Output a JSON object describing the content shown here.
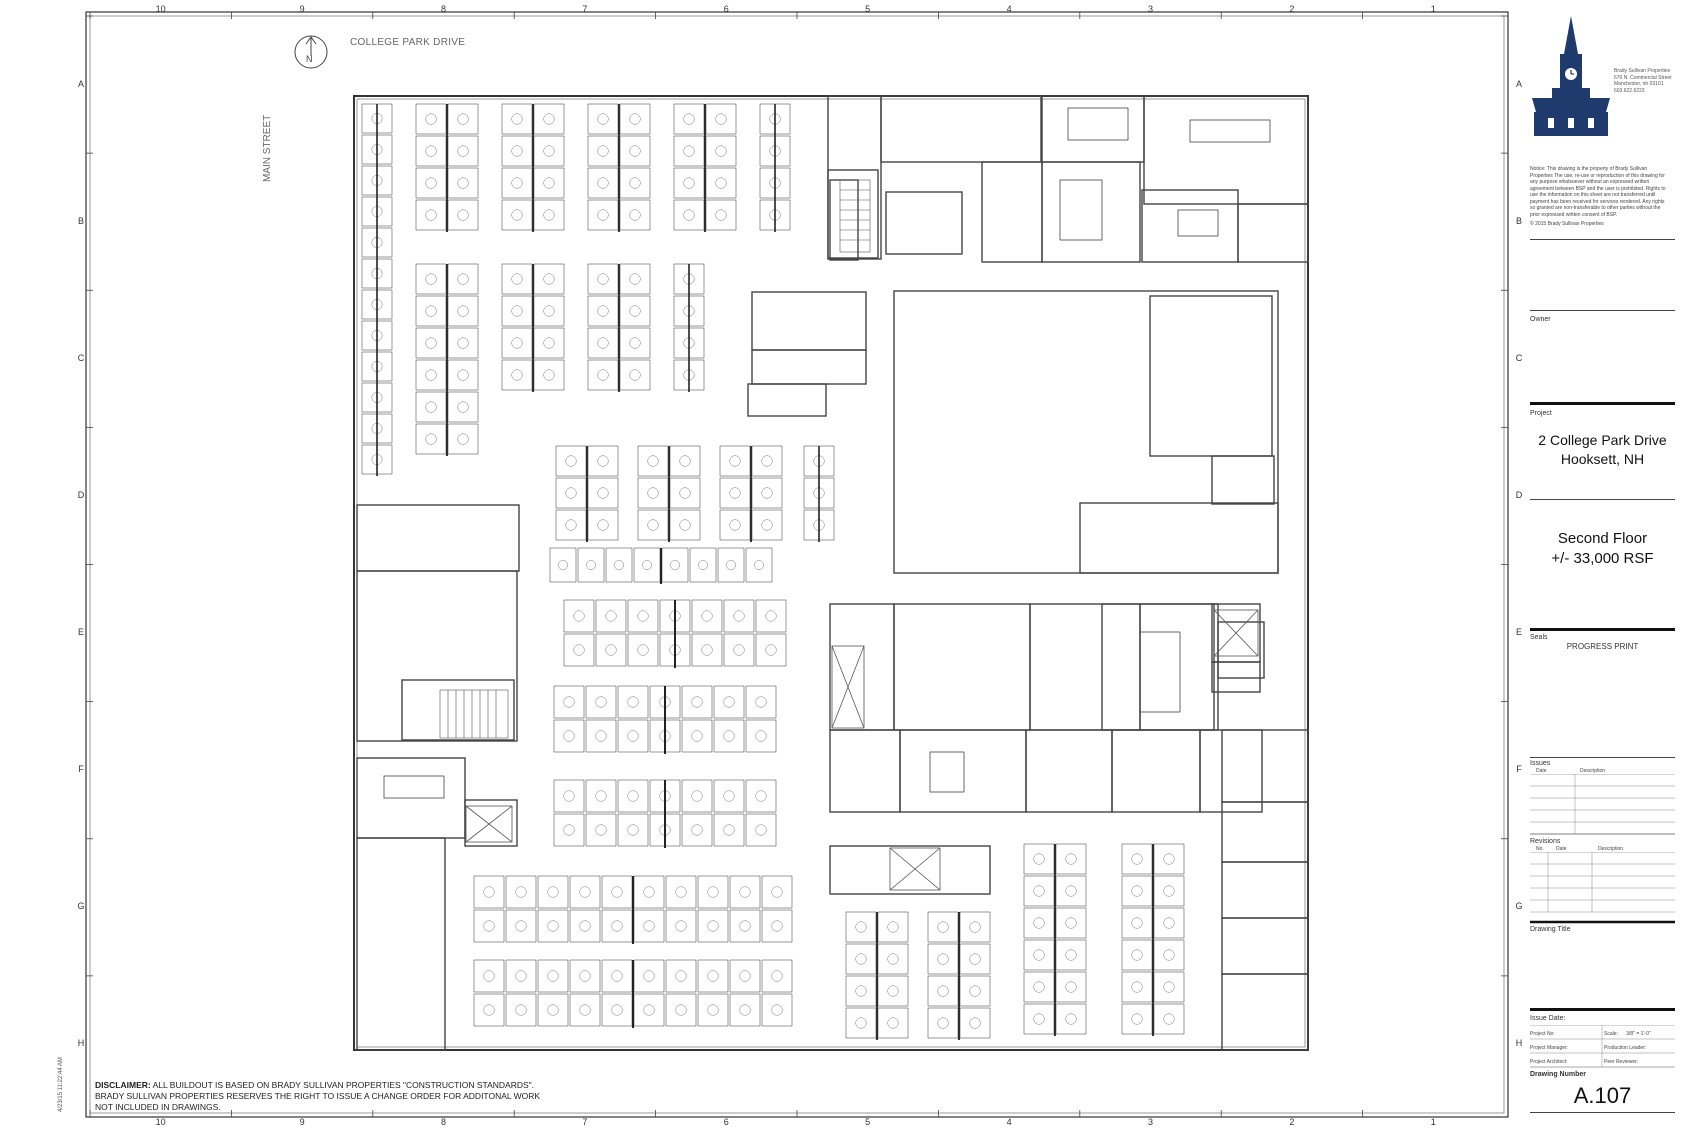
{
  "grid": {
    "columns": [
      "10",
      "9",
      "8",
      "7",
      "6",
      "5",
      "4",
      "3",
      "2",
      "1"
    ],
    "rows": [
      "A",
      "B",
      "C",
      "D",
      "E",
      "F",
      "G",
      "H"
    ]
  },
  "plan": {
    "north_label": "N",
    "street_north": "COLLEGE PARK DRIVE",
    "street_west": "MAIN STREET"
  },
  "disclaimer": {
    "lead": "DISCLAIMER:",
    "line1": "ALL BUILDOUT IS BASED ON BRADY SULLIVAN PROPERTIES \"CONSTRUCTION STANDARDS\".",
    "line2": "BRADY SULLIVAN PROPERTIES RESERVES THE RIGHT TO ISSUE A CHANGE ORDER FOR ADDITONAL WORK",
    "line3": "NOT INCLUDED IN DRAWINGS."
  },
  "print_stamp": "4/23/15 11:22:44 AM",
  "title_block": {
    "company": {
      "name": "Brady Sullivan Properties",
      "street": "670 N. Commercial Street",
      "city": "Manchester, nh 03101",
      "phone": "603.622.6223"
    },
    "notice": "Notice: This drawing is the property of Brady Sullivan Properties The use, re-use or reproduction of this drawing for any purpose whatsoever without an expressed written agreement between BSP and the user is prohibited. Rights to use the information on this sheet are not transferred until payment has been received for services rendered. Any rights so granted are non-transferable to other parties without the prior expressed written consent of BSP.",
    "copyright": "© 2015 Brady Sullivan Properties",
    "owner_label": "Owner",
    "project_label": "Project",
    "project_line1": "2 College Park Drive",
    "project_line2": "Hooksett, NH",
    "floor_line1": "Second Floor",
    "floor_line2": "+/-  33,000 RSF",
    "seals_label": "Seals",
    "progress": "PROGRESS PRINT",
    "issues_label": "Issues",
    "issues_date": "Date",
    "issues_desc": "Description",
    "revisions_label": "Revisions",
    "rev_no": "No.",
    "rev_date": "Date",
    "rev_desc": "Description",
    "drawing_title_label": "Drawing Title",
    "issue_date_label": "Issue Date:",
    "project_no": "Project No:",
    "scale_label": "Scale:",
    "scale_value": "3/8\" = 1'-0\"",
    "project_manager": "Project Manager:",
    "production_leader": "Production Leader:",
    "project_architect": "Project Architect:",
    "peer_reviewer": "Peer Reviewer:",
    "drawing_number_label": "Drawing Number",
    "drawing_number": "A.107"
  },
  "colors": {
    "line": "#3a3a3a",
    "logo_blue": "#1f3b6e"
  }
}
